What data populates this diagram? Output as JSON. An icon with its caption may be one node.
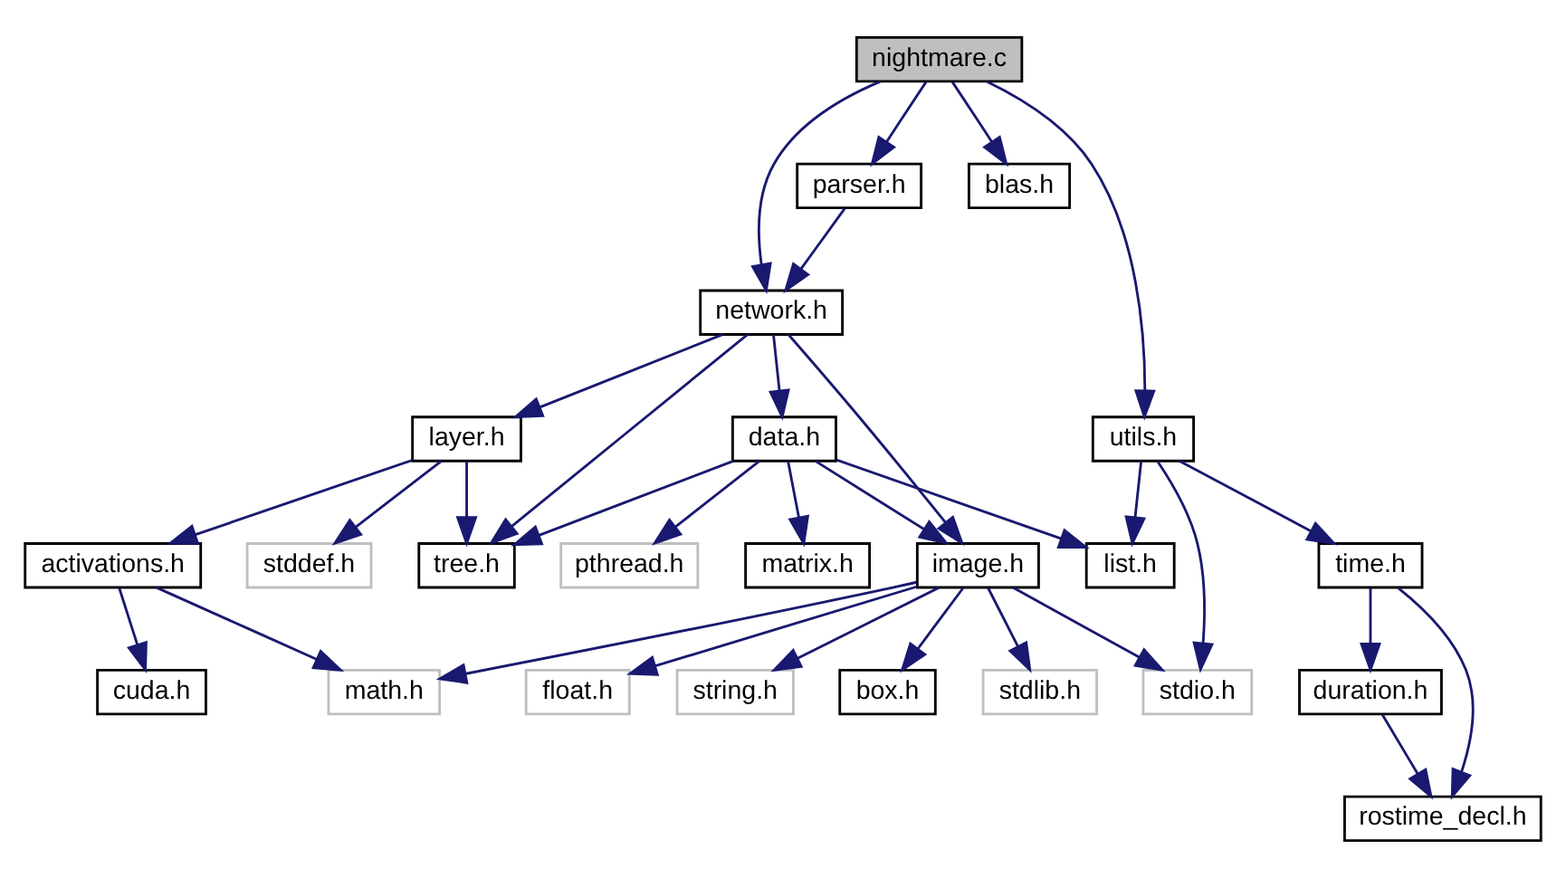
{
  "diagram": {
    "nodes": [
      {
        "text": [
          "nightmare.c"
        ]
      },
      {
        "text": [
          "parser.h"
        ]
      },
      {
        "text": [
          "blas.h"
        ]
      },
      {
        "text": [
          "network.h"
        ]
      },
      {
        "text": [
          "utils.h"
        ]
      },
      {
        "text": [
          "layer.h"
        ]
      },
      {
        "text": [
          "data.h"
        ]
      },
      {
        "text": [
          "activations.h"
        ]
      },
      {
        "text": [
          "stddef.h"
        ]
      },
      {
        "text": [
          "tree.h"
        ]
      },
      {
        "text": [
          "pthread.h"
        ]
      },
      {
        "text": [
          "matrix.h"
        ]
      },
      {
        "text": [
          "image.h"
        ]
      },
      {
        "text": [
          "list.h"
        ]
      },
      {
        "text": [
          "time.h"
        ]
      },
      {
        "text": [
          "cuda.h"
        ]
      },
      {
        "text": [
          "math.h"
        ]
      },
      {
        "text": [
          "float.h"
        ]
      },
      {
        "text": [
          "string.h"
        ]
      },
      {
        "text": [
          "box.h"
        ]
      },
      {
        "text": [
          "stdlib.h"
        ]
      },
      {
        "text": [
          "stdio.h"
        ]
      },
      {
        "text": [
          "duration.h"
        ]
      },
      {
        "text": [
          "rostime_decl.h"
        ]
      }
    ],
    "edges": [
      {
        "from": 0,
        "to": 3,
        "arrow": "to"
      },
      {
        "from": 0,
        "to": 1,
        "arrow": "to"
      },
      {
        "from": 0,
        "to": 2,
        "arrow": "to"
      },
      {
        "from": 0,
        "to": 4,
        "arrow": "to"
      },
      {
        "from": 1,
        "to": 3,
        "arrow": "to"
      },
      {
        "from": 3,
        "to": 5,
        "arrow": "to"
      },
      {
        "from": 3,
        "to": 9,
        "arrow": "to"
      },
      {
        "from": 3,
        "to": 6,
        "arrow": "to"
      },
      {
        "from": 3,
        "to": 12,
        "arrow": "to"
      },
      {
        "from": 5,
        "to": 7,
        "arrow": "to"
      },
      {
        "from": 5,
        "to": 8,
        "arrow": "to"
      },
      {
        "from": 5,
        "to": 9,
        "arrow": "to"
      },
      {
        "from": 6,
        "to": 9,
        "arrow": "to"
      },
      {
        "from": 6,
        "to": 10,
        "arrow": "to"
      },
      {
        "from": 6,
        "to": 11,
        "arrow": "to"
      },
      {
        "from": 6,
        "to": 12,
        "arrow": "to"
      },
      {
        "from": 6,
        "to": 13,
        "arrow": "to"
      },
      {
        "from": 4,
        "to": 13,
        "arrow": "to"
      },
      {
        "from": 4,
        "to": 21,
        "arrow": "to"
      },
      {
        "from": 4,
        "to": 14,
        "arrow": "to"
      },
      {
        "from": 7,
        "to": 15,
        "arrow": "to"
      },
      {
        "from": 7,
        "to": 16,
        "arrow": "to"
      },
      {
        "from": 12,
        "to": 16,
        "arrow": "to"
      },
      {
        "from": 12,
        "to": 17,
        "arrow": "to"
      },
      {
        "from": 12,
        "to": 18,
        "arrow": "to"
      },
      {
        "from": 12,
        "to": 19,
        "arrow": "to"
      },
      {
        "from": 12,
        "to": 20,
        "arrow": "to"
      },
      {
        "from": 12,
        "to": 21,
        "arrow": "to"
      },
      {
        "from": 14,
        "to": 22,
        "arrow": "to"
      },
      {
        "from": 14,
        "to": 23,
        "arrow": "to"
      },
      {
        "from": 22,
        "to": 23,
        "arrow": "to"
      }
    ]
  }
}
